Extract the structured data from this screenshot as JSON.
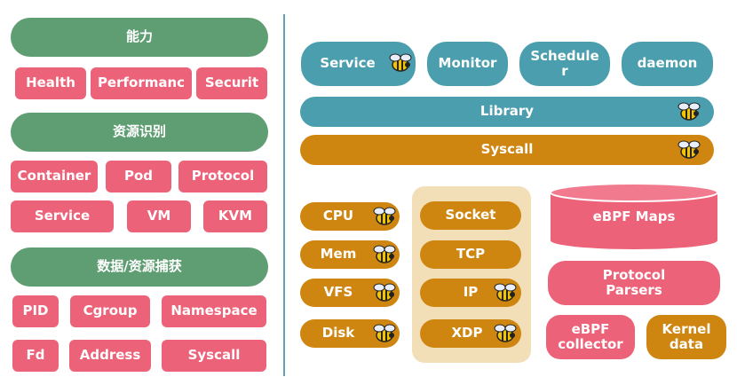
{
  "left": {
    "capability_header": "能力",
    "capabilities": [
      "Health",
      "Performanc",
      "Securit"
    ],
    "resources_header": "资源识别",
    "resources_row1": [
      "Container",
      "Pod",
      "Protocol"
    ],
    "resources_row2": [
      "Service",
      "VM",
      "KVM"
    ],
    "capture_header": "数据/资源捕获",
    "capture_row1": [
      "PID",
      "Cgroup",
      "Namespace"
    ],
    "capture_row2": [
      "Fd",
      "Address",
      "Syscall"
    ]
  },
  "right": {
    "top_services": [
      "Service",
      "Monitor",
      "Schedule\nr",
      "daemon"
    ],
    "library": "Library",
    "syscall": "Syscall",
    "resources_col": [
      "CPU",
      "Mem",
      "VFS",
      "Disk"
    ],
    "network_col": [
      "Socket",
      "TCP",
      "IP",
      "XDP"
    ],
    "ebpf_maps": "eBPF Maps",
    "protocol_parsers": "Protocol\nParsers",
    "ebpf_collector": "eBPF\ncollector",
    "kernel_data": "Kernel\ndata"
  },
  "colors": {
    "green": "#5f9e73",
    "pink": "#ec6279",
    "teal": "#4a9ead",
    "orange": "#cf8610",
    "panel": "#f2deb7"
  },
  "icons": {
    "bee": "bee-icon"
  }
}
